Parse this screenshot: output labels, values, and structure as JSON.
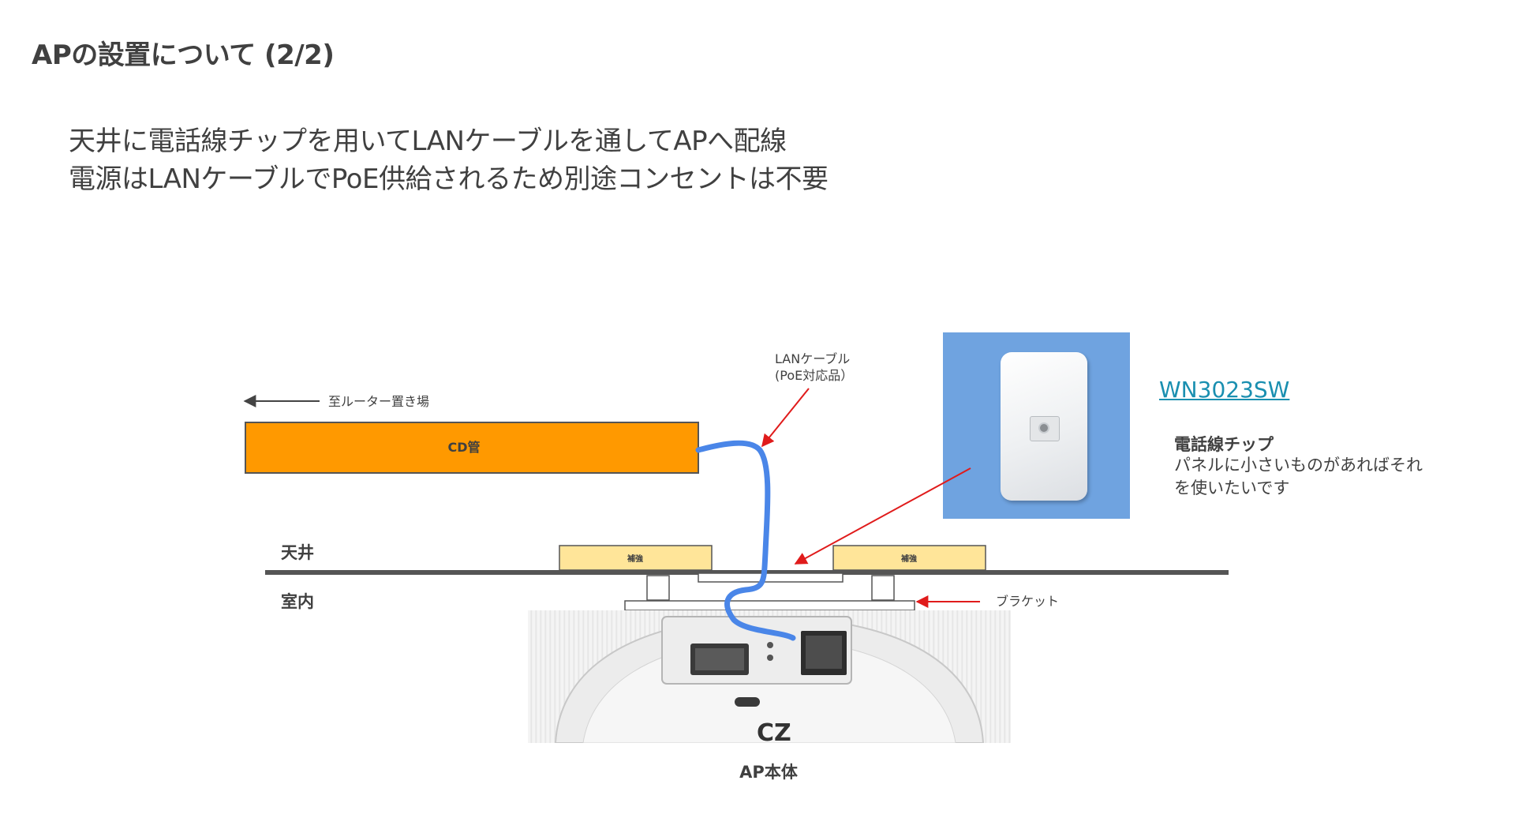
{
  "slide": {
    "title": "APの設置について (2/2)",
    "body_lines": [
      "天井に電話線チップを用いてLANケーブルを通してAPへ配線",
      "電源はLANケーブルでPoE供給されるため別途コンセントは不要"
    ]
  },
  "diagram": {
    "cd_pipe_label": "CD管",
    "to_router_label": "至ルーター置き場",
    "lan_cable_label_line1": "LANケーブル",
    "lan_cable_label_line2": "(PoE対応品）",
    "ceiling_label": "天井",
    "room_label": "室内",
    "reinforcement_left": "補強",
    "reinforcement_right": "補強",
    "bracket_label": "ブラケット",
    "ap_label": "AP本体"
  },
  "product": {
    "link_text": "WN3023SW",
    "heading": "電話線チップ",
    "note": "パネルに小さいものがあればそれを使いたいです"
  },
  "colors": {
    "text": "#404040",
    "cd_pipe": "#ff9900",
    "cable": "#4a86e8",
    "arrow_red": "#e01b1b",
    "reinforcement": "#ffe599",
    "ceiling_line": "#555555",
    "photo_bg": "#6fa3e0",
    "link": "#1a8fb0"
  }
}
